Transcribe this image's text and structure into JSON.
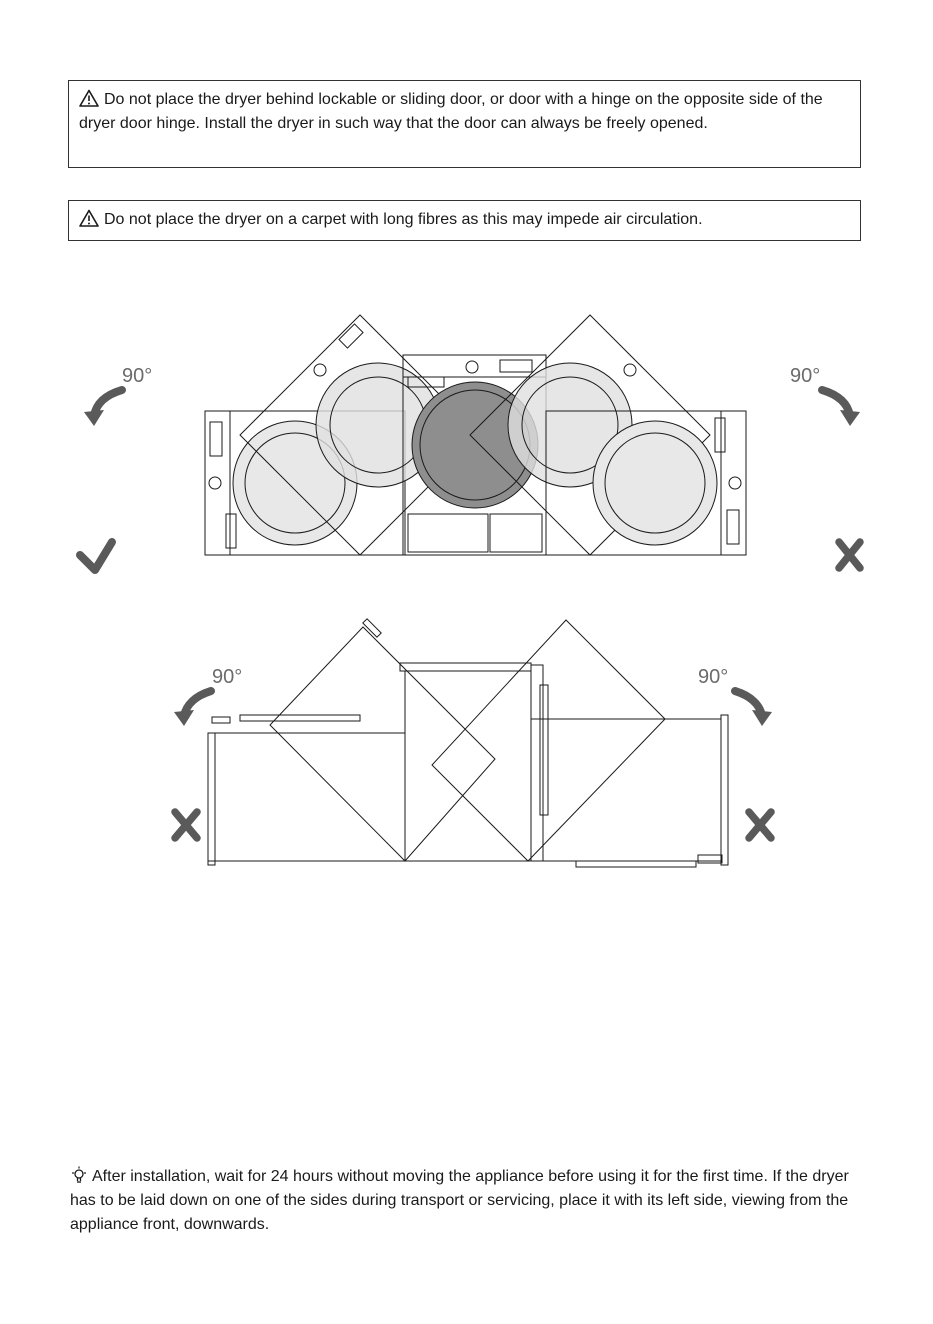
{
  "warnings": {
    "door_warning": "Do not place the dryer behind lockable or sliding door, or door with a hinge on the opposite side of the dryer door hinge. Install the dryer in such way that the door can always be freely opened.",
    "carpet_warning": "Do not place the dryer on a carpet with long fibres as this may impede air circulation."
  },
  "diagrams": {
    "top_left_angle": "90°",
    "top_right_angle": "90°",
    "bottom_left_angle": "90°",
    "bottom_right_angle": "90°",
    "top_left_status": "check-icon",
    "top_right_status": "cross-icon",
    "bottom_left_status": "cross-icon",
    "bottom_right_status": "cross-icon"
  },
  "tip": {
    "text": "After installation, wait for 24 hours without moving the appliance before using it for the first time. If the dryer has to be laid down on one of the sides during transport or servicing, place it with its left side, viewing from the appliance front, downwards."
  },
  "colors": {
    "mark_gray": "#5a5a5a",
    "drum_gray": "#8e8e8e",
    "line": "#1a1a1a"
  }
}
